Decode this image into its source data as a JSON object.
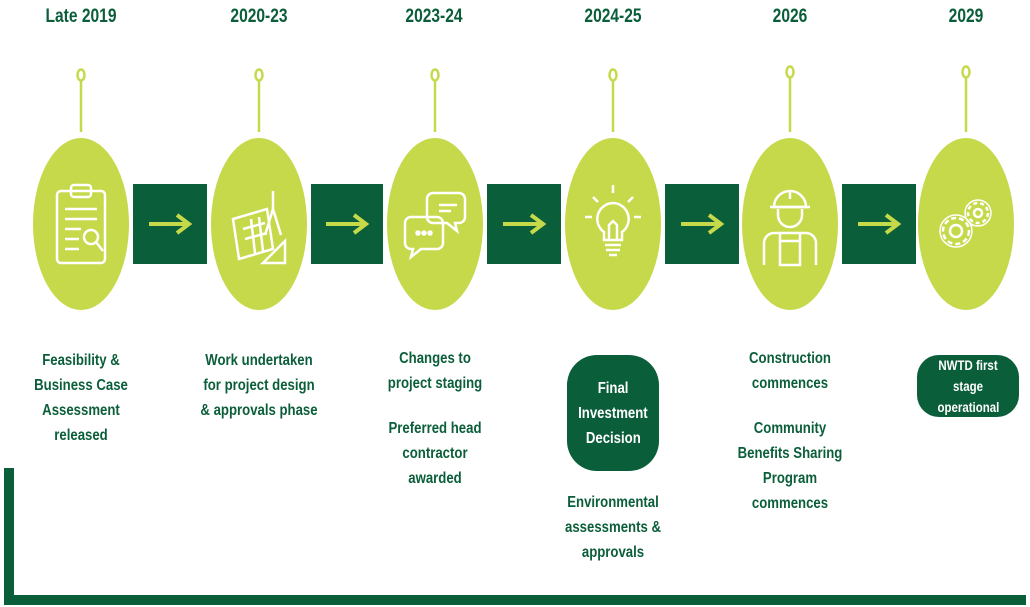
{
  "colors": {
    "dark_green": "#0b5e3a",
    "lime": "#c6d94a",
    "background": "#ffffff"
  },
  "milestones": [
    {
      "year": "Late 2019",
      "icon": "clipboard-icon",
      "text": [
        "Feasibility &",
        "Business Case",
        "Assessment",
        "released"
      ]
    },
    {
      "year": "2020-23",
      "icon": "blueprint-design-icon",
      "text": [
        "Work undertaken",
        "for project design",
        "& approvals phase"
      ]
    },
    {
      "year": "2023-24",
      "icon": "chat-bubbles-icon",
      "text": [
        "Changes to",
        "project staging"
      ],
      "text2": [
        "Preferred head",
        "contractor",
        "awarded"
      ]
    },
    {
      "year": "2024-25",
      "icon": "lightbulb-icon",
      "highlight": [
        "Final",
        "Investment",
        "Decision"
      ],
      "text2": [
        "Environmental",
        "assessments &",
        "approvals"
      ]
    },
    {
      "year": "2026",
      "icon": "construction-worker-icon",
      "text": [
        "Construction",
        "commences"
      ],
      "text2": [
        "Community",
        "Benefits Sharing",
        "Program",
        "commences"
      ]
    },
    {
      "year": "2029",
      "icon": "gears-icon",
      "highlight": [
        "NWTD first stage",
        "operational"
      ]
    }
  ],
  "connectors": [
    "arrow-right-icon",
    "arrow-right-icon",
    "arrow-right-icon",
    "arrow-right-icon",
    "arrow-right-icon"
  ]
}
